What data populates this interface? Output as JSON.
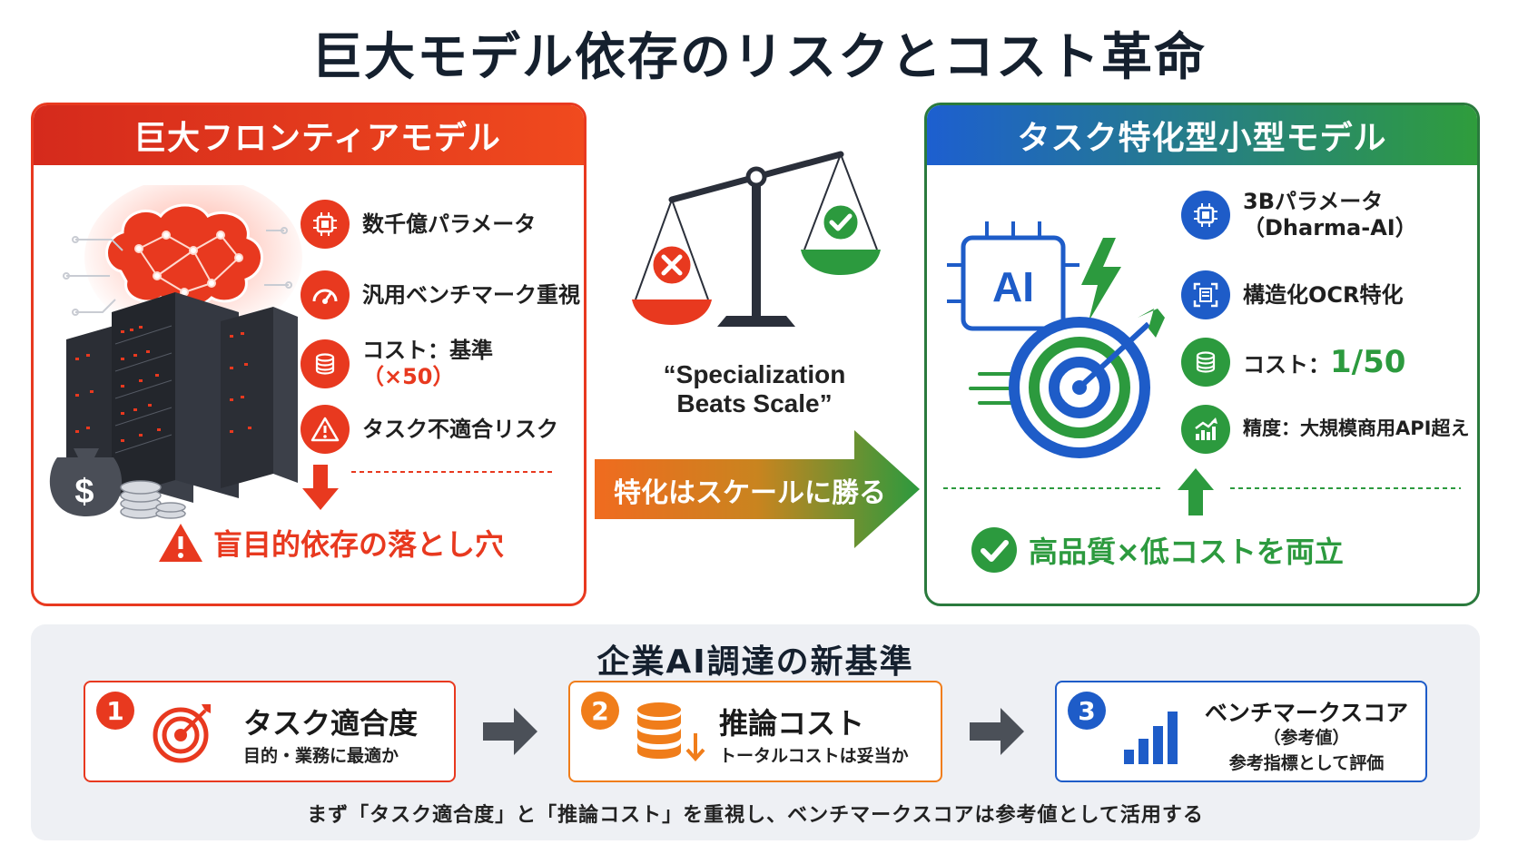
{
  "title": "巨大モデル依存のリスクとコスト革命",
  "left_panel": {
    "header": "巨大フロンティアモデル",
    "features": [
      {
        "icon": "chip-icon",
        "text": "数千億パラメータ"
      },
      {
        "icon": "gauge-icon",
        "text": "汎用ベンチマーク重視"
      },
      {
        "icon": "coins-icon",
        "text": "コスト：基準",
        "highlight": "（×50）"
      },
      {
        "icon": "warning-icon",
        "text": "タスク不適合リスク"
      }
    ],
    "outcome": "盲目的依存の落とし穴",
    "color": "#e8391f"
  },
  "middle": {
    "quote": "“Specialization Beats Scale”",
    "arrow_label": "特化はスケールに勝る"
  },
  "right_panel": {
    "header": "タスク特化型小型モデル",
    "ai_label": "AI",
    "features": [
      {
        "icon": "chip-icon",
        "text": "3Bパラメータ",
        "text2": "（Dharma-AI）"
      },
      {
        "icon": "document-scan-icon",
        "text": "構造化OCR特化"
      },
      {
        "icon": "coins-icon",
        "text": "コスト：",
        "highlight": "1/50"
      },
      {
        "icon": "chart-up-icon",
        "text": "精度：大規模商用API超え"
      }
    ],
    "outcome": "高品質×低コストを両立",
    "color": "#2c9a3e"
  },
  "bottom": {
    "title": "企業AI調達の新基準",
    "cards": [
      {
        "number": "1",
        "title": "タスク適合度",
        "subtitle": "目的・業務に最適か",
        "color": "#e8391f",
        "icon": "target-icon"
      },
      {
        "number": "2",
        "title": "推論コスト",
        "subtitle": "トータルコストは妥当か",
        "color": "#f07d1a",
        "icon": "database-down-icon"
      },
      {
        "number": "3",
        "title": "ベンチマークスコア",
        "title2": "（参考値）",
        "subtitle": "参考指標として評価",
        "color": "#1e5cc8",
        "icon": "bar-chart-icon"
      }
    ],
    "note": "まず「タスク適合度」と「推論コスト」を重視し、ベンチマークスコアは参考値として活用する"
  }
}
